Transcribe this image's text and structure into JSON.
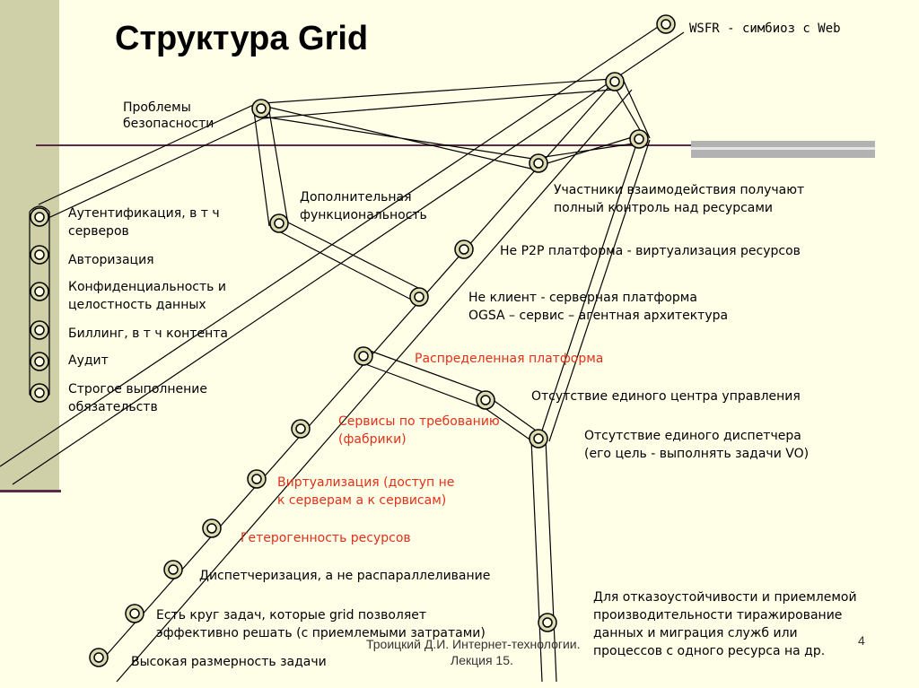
{
  "slide": {
    "title": "Структура Grid",
    "page_number": "4",
    "footer_line1": "Троицкий Д.И. Интернет-технологии.",
    "footer_line2": "Лекция 15."
  },
  "labels": {
    "wsfr": "WSFR - симбиоз с Web",
    "security_1": "Проблемы",
    "security_2": "безопасности",
    "auth_1": "Аутентификация, в т ч",
    "auth_2": "серверов",
    "authorization": "Авторизация",
    "confid_1": "Конфиденциальность и",
    "confid_2": "целостность данных",
    "billing": "Биллинг, в т ч контента",
    "audit": "Аудит",
    "strict_1": "Строгое выполнение",
    "strict_2": "обязательств",
    "addfunc_1": "Дополнительная",
    "addfunc_2": "функциональность",
    "participants_1": "Участники взаимодействия получают",
    "participants_2": "полный контроль над ресурсами",
    "notp2p": "Не P2P платформа - виртуализация ресурсов",
    "notclient_1": "Не клиент - серверная платформа",
    "notclient_2": "OGSA – сервис – агентная архитектура",
    "distributed": "Распределенная платформа",
    "nocenter": "Отсутствие единого центра управления",
    "ondemand_1": "Сервисы по требованию",
    "ondemand_2": "(фабрики)",
    "nodispatcher_1": "Отсутствие единого диспетчера",
    "nodispatcher_2": "(его цель - выполнять задачи VO)",
    "virtualization_1": "Виртуализация (доступ не",
    "virtualization_2": "к серверам а к сервисам)",
    "heterogeneity": "Гетерогенность ресурсов",
    "dispatching": "Диспетчеризация, а не распараллеливание",
    "taskcircle_1": "Есть круг задач, которые grid позволяет",
    "taskcircle_2": "эффективно решать (с приемлемыми затратами)",
    "dimension": "Высокая размерность задачи",
    "fault_1": "Для отказоустойчивости и приемлемой",
    "fault_2": "производительности тиражирование",
    "fault_3": "данных и миграция служб или",
    "fault_4": "процессов с одного ресурса на др."
  },
  "colors": {
    "background": "#ffffe8",
    "left_bar": "#cfcfa8",
    "divider": "#5a2a4a",
    "red_text": "#e0311a",
    "node_fill": "#dcdcb0"
  }
}
